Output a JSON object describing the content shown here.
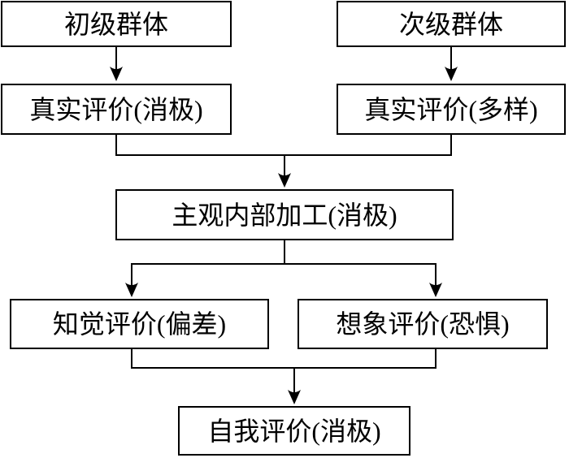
{
  "diagram": {
    "type": "flowchart",
    "background_color": "#ffffff",
    "line_color": "#000000",
    "text_color": "#000000",
    "nodes": [
      {
        "id": "primary-group",
        "label": "初级群体"
      },
      {
        "id": "secondary-group",
        "label": "次级群体"
      },
      {
        "id": "real-evaluation-negative",
        "label": "真实评价(消极)"
      },
      {
        "id": "real-evaluation-diverse",
        "label": "真实评价(多样)"
      },
      {
        "id": "subjective-internal-processing",
        "label": "主观内部加工(消极)"
      },
      {
        "id": "perceptual-evaluation-bias",
        "label": "知觉评价(偏差)"
      },
      {
        "id": "imagined-evaluation-fear",
        "label": "想象评价(恐惧)"
      },
      {
        "id": "self-evaluation-negative",
        "label": "自我评价(消极)"
      }
    ],
    "edges": [
      {
        "from": "primary-group",
        "to": "real-evaluation-negative"
      },
      {
        "from": "secondary-group",
        "to": "real-evaluation-diverse"
      },
      {
        "from": "real-evaluation-negative",
        "to": "subjective-internal-processing"
      },
      {
        "from": "real-evaluation-diverse",
        "to": "subjective-internal-processing"
      },
      {
        "from": "subjective-internal-processing",
        "to": "perceptual-evaluation-bias"
      },
      {
        "from": "subjective-internal-processing",
        "to": "imagined-evaluation-fear"
      },
      {
        "from": "perceptual-evaluation-bias",
        "to": "self-evaluation-negative"
      },
      {
        "from": "imagined-evaluation-fear",
        "to": "self-evaluation-negative"
      }
    ]
  }
}
